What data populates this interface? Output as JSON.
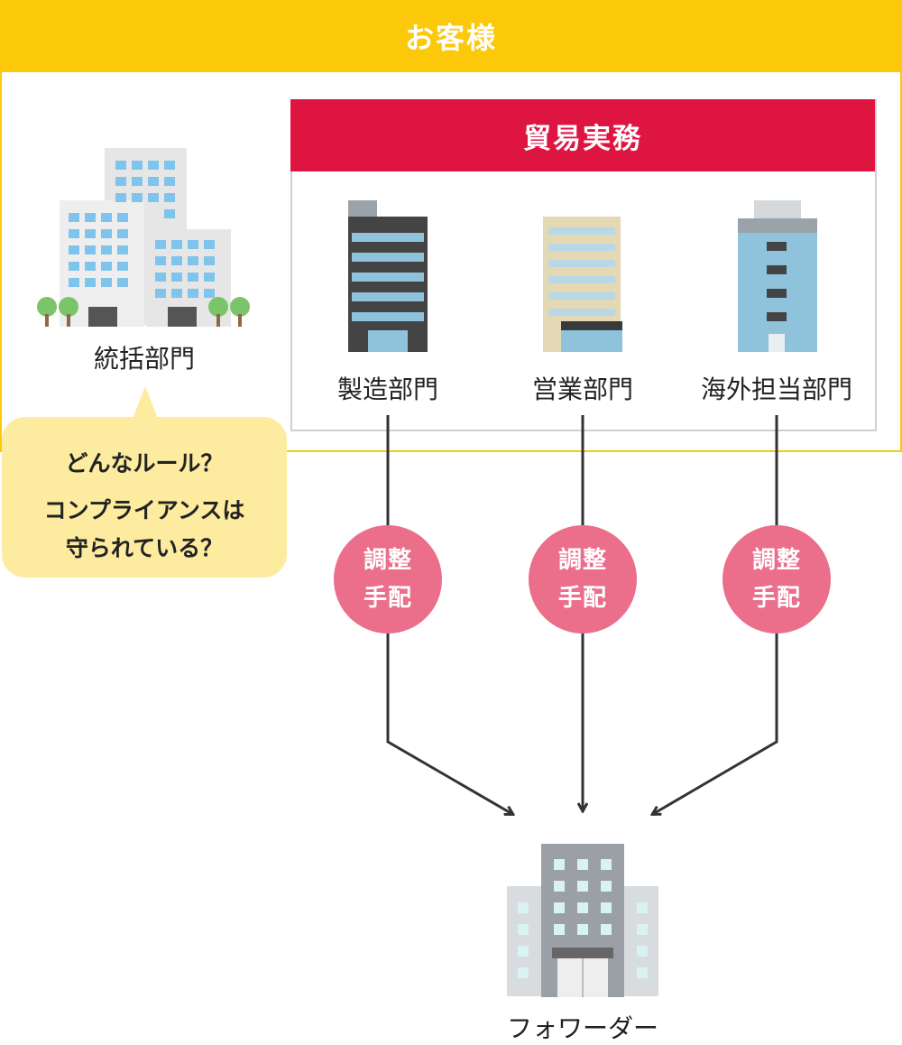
{
  "customer": {
    "title": "お客様"
  },
  "trade": {
    "title": "貿易実務"
  },
  "hq": {
    "label": "統括部門"
  },
  "departments": [
    {
      "label": "製造部門"
    },
    {
      "label": "営業部門"
    },
    {
      "label": "海外担当部門"
    }
  ],
  "bubble": {
    "line1": "どんなルール？",
    "line2": "コンプライアンスは",
    "line3": "守られている？"
  },
  "coordination": [
    {
      "line1": "調整",
      "line2": "手配"
    },
    {
      "line1": "調整",
      "line2": "手配"
    },
    {
      "line1": "調整",
      "line2": "手配"
    }
  ],
  "forwarder": {
    "label": "フォワーダー"
  },
  "colors": {
    "customer_accent": "#fbc80a",
    "trade_accent": "#df1541",
    "coordination_circle": "#eb6e8b",
    "bubble_fill": "#fdec9f"
  }
}
